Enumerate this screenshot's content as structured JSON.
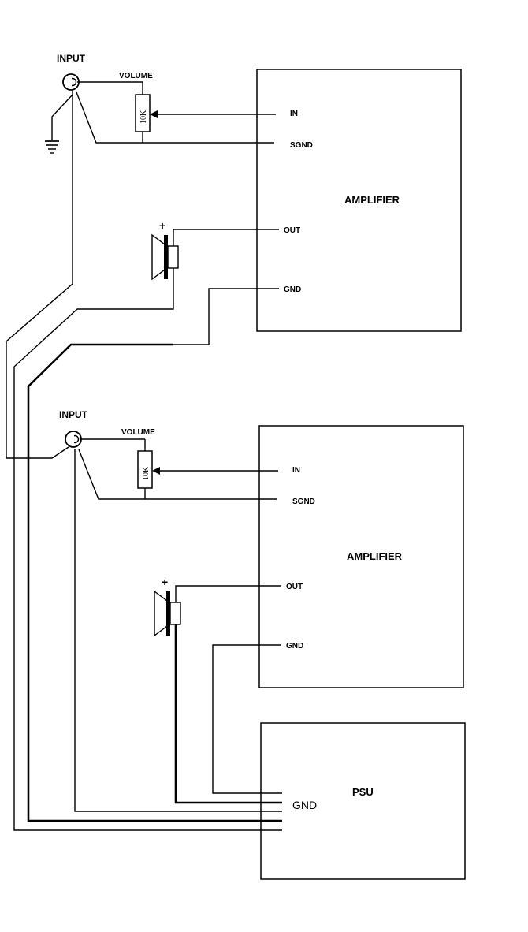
{
  "amp1": {
    "input_label": "INPUT",
    "volume_label": "VOLUME",
    "pot_value": "10K",
    "box_title": "AMPLIFIER",
    "pin_in": "IN",
    "pin_sgnd": "SGND",
    "pin_out": "OUT",
    "pin_gnd": "GND",
    "speaker_polarity": "+"
  },
  "amp2": {
    "input_label": "INPUT",
    "volume_label": "VOLUME",
    "pot_value": "10K",
    "box_title": "AMPLIFIER",
    "pin_in": "IN",
    "pin_sgnd": "SGND",
    "pin_out": "OUT",
    "pin_gnd": "GND",
    "speaker_polarity": "+"
  },
  "psu": {
    "title": "PSU",
    "gnd_label": "GND"
  }
}
